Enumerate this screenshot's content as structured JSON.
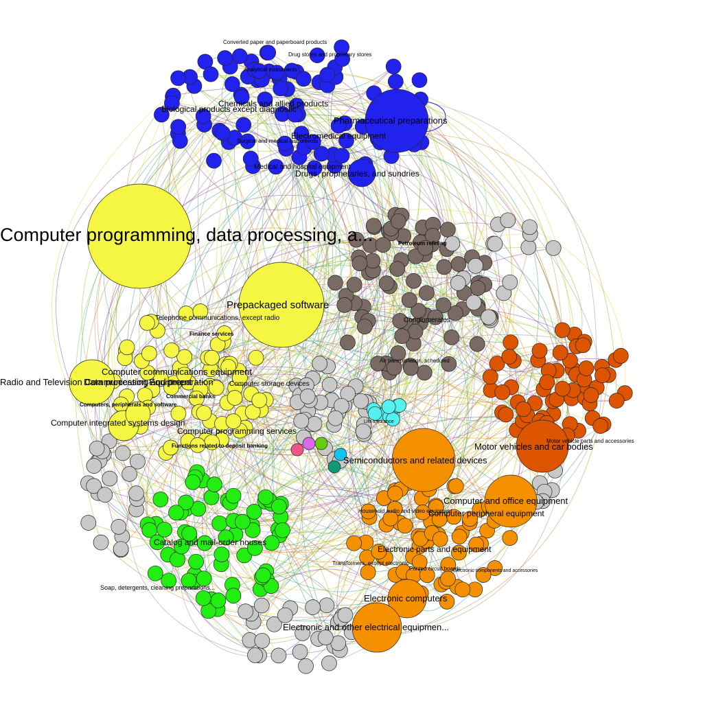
{
  "colors": {
    "background": "#ffffff",
    "cluster_blue": "#2222ee",
    "cluster_yellow": "#f5f543",
    "cluster_brown": "#7a6a64",
    "cluster_orange_red": "#dd5500",
    "cluster_orange": "#f59000",
    "cluster_green": "#22ee11",
    "cluster_gray": "#c8c8c8",
    "cluster_cyan": "#55f0f0",
    "edge_purple": "#8a3c9a",
    "edge_teal": "#2a9a8a",
    "edge_gray": "#8a8a9a",
    "edge_yellow": "#d8d830",
    "edge_orange": "#e0801a",
    "edge_green": "#88cc22",
    "node_stroke": "#222222"
  },
  "labels": [
    {
      "id": "cpdp",
      "text": "Computer programming, data processing, a..."
    },
    {
      "id": "prepackaged",
      "text": "Prepackaged software"
    },
    {
      "id": "pharma",
      "text": "Pharmaceutical preparations"
    },
    {
      "id": "motor",
      "text": "Motor vehicles and car bodies"
    },
    {
      "id": "semis",
      "text": "Semiconductors and related devices"
    },
    {
      "id": "computer_office",
      "text": "Computer and office equipment"
    },
    {
      "id": "electronic_computers",
      "text": "Electronic computers"
    },
    {
      "id": "electronic_other",
      "text": "Electronic and other electrical equipmen..."
    },
    {
      "id": "radio_tv",
      "text": "Radio and Television Communication Equipment"
    },
    {
      "id": "data_prep",
      "text": "Data processing and preparation"
    },
    {
      "id": "comp_comm_eq",
      "text": "Computer communications equipment"
    },
    {
      "id": "comp_integrated",
      "text": "Computer integrated systems design"
    },
    {
      "id": "comp_prog_services",
      "text": "Computer programming services"
    },
    {
      "id": "catalog",
      "text": "Catalog and mail-order houses"
    },
    {
      "id": "electronic_parts",
      "text": "Electronic parts and equipment"
    },
    {
      "id": "comp_peripheral",
      "text": "Computer peripheral equipment"
    },
    {
      "id": "chemicals",
      "text": "Chemicals and allied products"
    },
    {
      "id": "biological",
      "text": "Biological products except diagnostic"
    },
    {
      "id": "electromedical",
      "text": "Electromedical equipment"
    },
    {
      "id": "drugs",
      "text": "Drugs, proprietaries, and sundries"
    },
    {
      "id": "medical_hospital",
      "text": "Medical and hospital equipment"
    },
    {
      "id": "comp_storage",
      "text": "Computer storage devices"
    },
    {
      "id": "telephone",
      "text": "Telephone communications, except radio"
    },
    {
      "id": "conglomerates",
      "text": "Conglomerates"
    },
    {
      "id": "petroleum",
      "text": "Petroleum refining"
    },
    {
      "id": "finance",
      "text": "Finance services"
    },
    {
      "id": "commercial_banks",
      "text": "Commercial banks"
    },
    {
      "id": "cpps",
      "text": "Computers, peripherals and software"
    },
    {
      "id": "deposit",
      "text": "Functions related to deposit banking"
    },
    {
      "id": "soap",
      "text": "Soap, detergents, cleaning preparations..."
    },
    {
      "id": "converted_paper",
      "text": "Converted paper and paperboard products"
    },
    {
      "id": "drug_stores",
      "text": "Drug stores and proprietary stores"
    },
    {
      "id": "analytical",
      "text": "Analytical instruments"
    },
    {
      "id": "surgical",
      "text": "Surgical and medical instruments"
    },
    {
      "id": "household_audio",
      "text": "Household audio and video equipment"
    },
    {
      "id": "motor_parts",
      "text": "Motor vehicle parts and accessories"
    },
    {
      "id": "air_transport",
      "text": "Air transportation, scheduled"
    },
    {
      "id": "life_insurance",
      "text": "Life insurance"
    },
    {
      "id": "transformers",
      "text": "Transformers, except electronic"
    },
    {
      "id": "printed_circuit",
      "text": "Printed circuit boards"
    },
    {
      "id": "electronic_components",
      "text": "Electronic components and accessories"
    }
  ]
}
